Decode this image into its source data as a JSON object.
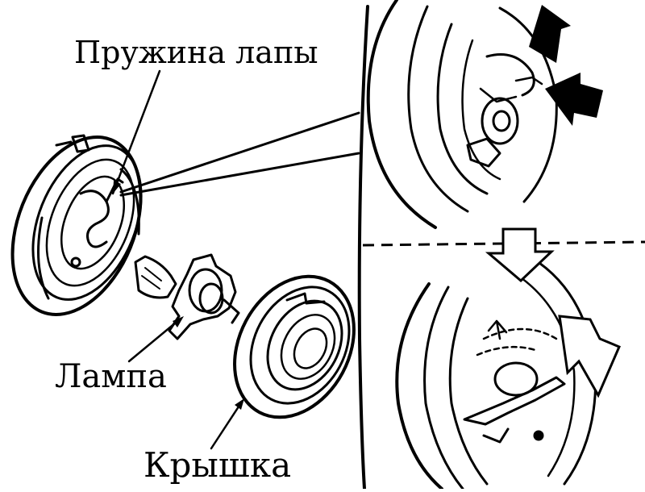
{
  "labels": {
    "spring": "Пружина лапы",
    "lamp": "Лампа",
    "cover": "Крышка"
  },
  "colors": {
    "ink": "#000000",
    "paper": "#ffffff"
  }
}
